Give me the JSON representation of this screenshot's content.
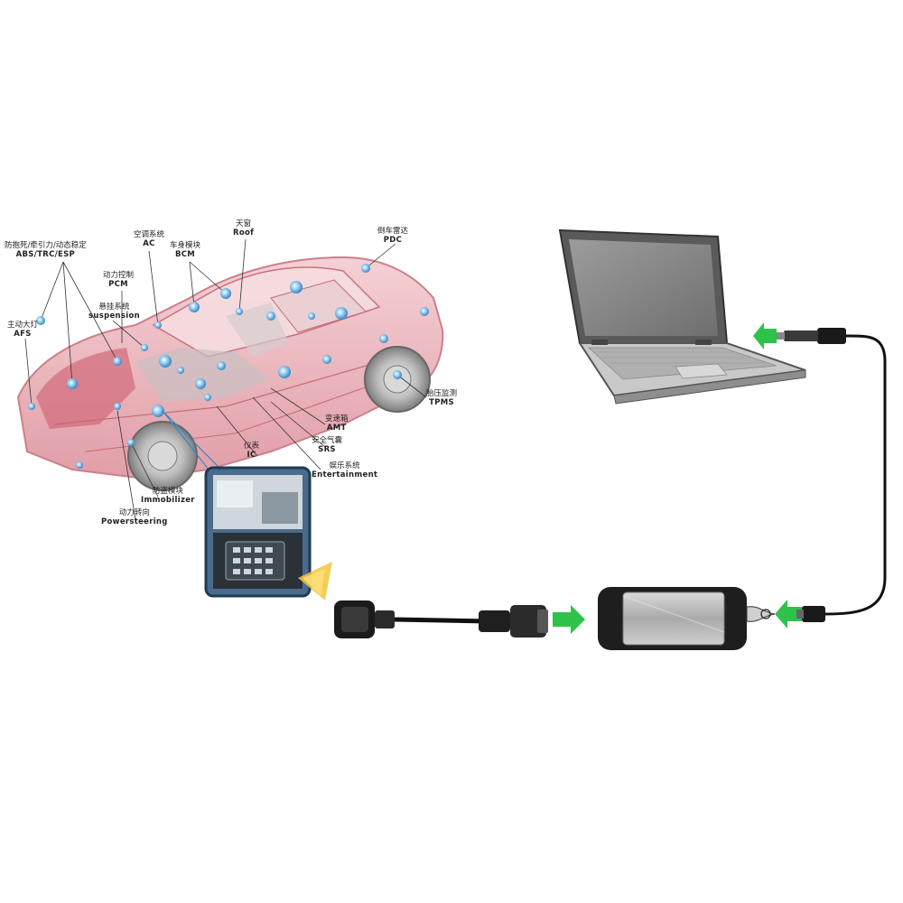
{
  "diagram": {
    "labels": [
      {
        "id": "abs",
        "cn": "防抱死/牵引力/动态稳定",
        "en": "ABS/TRC/ESP"
      },
      {
        "id": "ac",
        "cn": "空调系统",
        "en": "AC"
      },
      {
        "id": "bcm",
        "cn": "车身模块",
        "en": "BCM"
      },
      {
        "id": "roof",
        "cn": "天窗",
        "en": "Roof"
      },
      {
        "id": "pdc",
        "cn": "倒车雷达",
        "en": "PDC"
      },
      {
        "id": "pcm",
        "cn": "动力控制",
        "en": "PCM"
      },
      {
        "id": "susp",
        "cn": "悬挂系统",
        "en": "suspension"
      },
      {
        "id": "afs",
        "cn": "主动大灯",
        "en": "AFS"
      },
      {
        "id": "tpms",
        "cn": "胎压监测",
        "en": "TPMS"
      },
      {
        "id": "amt",
        "cn": "变速箱",
        "en": "AMT"
      },
      {
        "id": "srs",
        "cn": "安全气囊",
        "en": "SRS"
      },
      {
        "id": "ic",
        "cn": "仪表",
        "en": "IC"
      },
      {
        "id": "ent",
        "cn": "娱乐系统",
        "en": "Entertainment"
      },
      {
        "id": "immo",
        "cn": "防盗模块",
        "en": "Immobilizer"
      },
      {
        "id": "ps",
        "cn": "动力转向",
        "en": "Powersteering"
      }
    ],
    "colors": {
      "car_body": "#e8a0a8",
      "car_outline": "#c46a76",
      "node": "#5aa8e0",
      "arrow": "#2fc24a",
      "cable": "#111111",
      "laptop": "#8a8a8a",
      "interface_body": "#b8b8b8",
      "highlight": "#f2c53d"
    },
    "icons": [
      "car-illustration",
      "obd-port-photo",
      "obd-connector-icon",
      "laptop-icon",
      "interface-box-icon",
      "usb-plug-icon",
      "arrow-icon"
    ]
  }
}
